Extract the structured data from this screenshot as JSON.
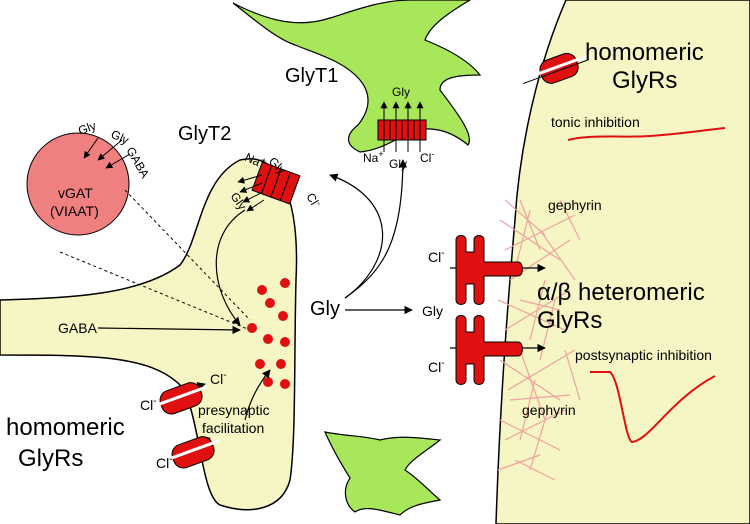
{
  "colors": {
    "neuron_fill": "#f6f6c4",
    "glia_fill": "#a8e65a",
    "vesicle_fill": "#f08080",
    "red": "#e01010",
    "gephyrin": "#f0a0a0"
  },
  "labels": {
    "glyt1": "GlyT1",
    "glyt2": "GlyT2",
    "homomeric_top_1": "homomeric",
    "homomeric_top_2": "GlyRs",
    "tonic": "tonic inhibition",
    "gephyrin_top": "gephyrin",
    "gephyrin_bottom": "gephyrin",
    "hetero_1": "α/β heteromeric",
    "hetero_2": "GlyRs",
    "postsynaptic": "postsynaptic inhibition",
    "homomeric_bot_1": "homomeric",
    "homomeric_bot_2": "GlyRs",
    "presyn_1": "presynaptic",
    "presyn_2": "facilitation",
    "vgat_1": "vGAT",
    "vgat_2": "(VIAAT)",
    "gly_center": "Gly",
    "gly_right": "Gly",
    "gaba_left": "GABA",
    "vgat_gly1": "Gly",
    "vgat_gly2": "Gly",
    "vgat_gaba": "GABA",
    "t2_na": "Na",
    "t2_na_sup": "+",
    "t2_gly_top": "Gly",
    "t2_cl": "Cl",
    "t2_cl_sup": "-",
    "t2_gly_side": "Gly",
    "t1_gly": "Gly",
    "t1_na": "Na",
    "t1_na_sup": "+",
    "t1_gly_b": "Gly",
    "t1_cl": "Cl",
    "t1_cl_sup": "-",
    "cl_r1": "Cl",
    "cl_r1_sup": "-",
    "cl_r2": "Cl",
    "cl_r2_sup": "-",
    "cl_l1a": "Cl",
    "cl_l1a_sup": "-",
    "cl_l1b": "Cl",
    "cl_l1b_sup": "-",
    "cl_l2": "Cl",
    "cl_l2_sup": "-"
  }
}
